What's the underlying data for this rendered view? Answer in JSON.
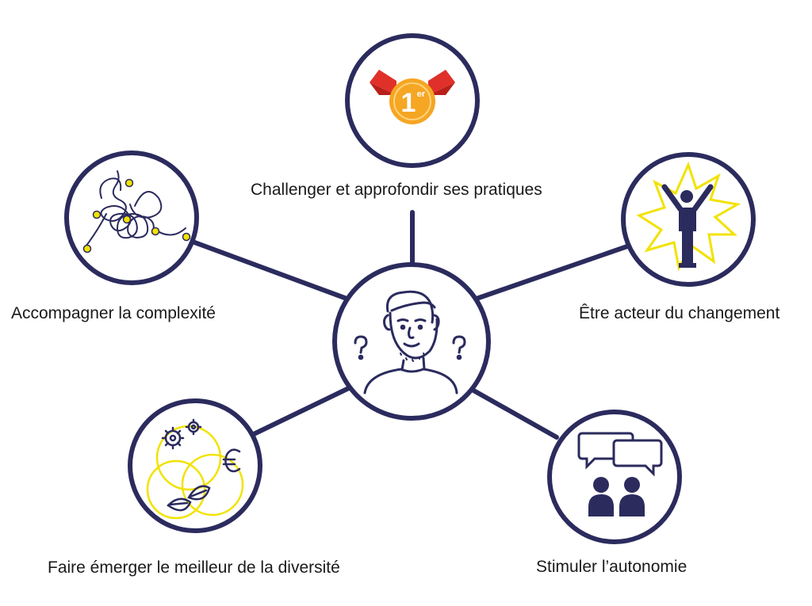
{
  "diagram": {
    "center": {
      "icon": "person-questioning-icon"
    },
    "nodes": [
      {
        "id": "challenger",
        "label": "Challenger et approfondir ses pratiques",
        "icon": "first-place-medal-icon"
      },
      {
        "id": "acteur",
        "label": "Être acteur du changement",
        "icon": "person-celebrating-icon"
      },
      {
        "id": "autonomie",
        "label": "Stimuler l’autonomie",
        "icon": "speech-bubbles-people-icon"
      },
      {
        "id": "diversite",
        "label": "Faire émerger le meilleur de la diversité",
        "icon": "gears-euro-leaves-icon"
      },
      {
        "id": "complexite",
        "label": "Accompagner la complexité",
        "icon": "tangled-thread-icon"
      }
    ],
    "medal_text": "1",
    "medal_superscript": "er",
    "colors": {
      "navy": "#2b2b5e",
      "gold": "#f5a623",
      "red": "#e0302a",
      "yellow": "#f2e200"
    }
  }
}
